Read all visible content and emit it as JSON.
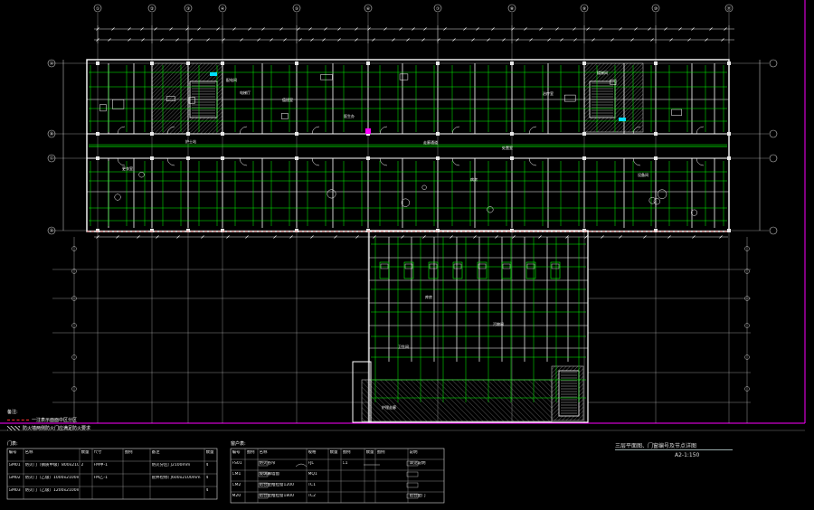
{
  "drawing": {
    "title": "三层平面图、门窗编号及节点详图",
    "scale": "A2-1:150",
    "background": "#000000",
    "colors": {
      "wall": "#ffffff",
      "furniture": "#00ff00",
      "axis": "#c8c8c8",
      "hatch": "#b0b0b0",
      "accent": "#ff00ff",
      "stair": "#00e0ff",
      "frame": "#ff00ff"
    },
    "axes_top": [
      "①",
      "②",
      "③",
      "④",
      "⑤",
      "⑥",
      "⑦",
      "⑧",
      "⑨",
      "⑩",
      "⑪"
    ],
    "axes_left": [
      "Ⓐ",
      "Ⓑ",
      "Ⓒ",
      "Ⓓ"
    ],
    "room_labels": [
      "配电间",
      "电梯厅",
      "值班室",
      "医生办",
      "护士站",
      "走廊通道",
      "病房",
      "治疗室",
      "处置室",
      "更衣室",
      "库房",
      "污物间",
      "楼梯间",
      "卫生间",
      "设备间",
      "护理走廊"
    ]
  },
  "legend": {
    "heading": "备注:",
    "items": [
      {
        "symbol": "dash",
        "text": "一注表示面面中区分区"
      },
      {
        "symbol": "hatch",
        "text": "防火墙两侧防火门应满足防火要求"
      }
    ]
  },
  "door_table": {
    "heading": "门表:",
    "columns": [
      "编号",
      "名称",
      "数量",
      "尺寸",
      "图例",
      "备注",
      "数量"
    ],
    "rows": [
      [
        "GM01",
        "防火门（钢质甲级）800x2100mm",
        "2",
        "FM甲-1",
        "",
        "防火分区门2100mm",
        "4"
      ],
      [
        "GM02",
        "防火门（乙级）1000x2100mm",
        "",
        "FM乙-1",
        "",
        "管井检修门600x2100mm",
        "4"
      ],
      [
        "GM03",
        "防火门（乙级）1200x2100mm",
        "",
        "",
        "",
        "",
        "4"
      ]
    ]
  },
  "window_table": {
    "heading": "窗户表:",
    "columns": [
      "编号",
      "图例",
      "名称",
      "规格",
      "数量",
      "图例",
      "数量",
      "图例",
      "说明"
    ],
    "rows": [
      [
        "FS01",
        "",
        "防火卷帘",
        "FJL",
        "",
        "C1",
        "",
        "",
        "详见说明"
      ],
      [
        "CM1",
        "",
        "玻璃幕墙窗",
        "MQ1",
        "",
        "",
        "",
        "",
        ""
      ],
      [
        "CM2",
        "",
        "铝合金推拉窗1200",
        "TC1",
        "",
        "",
        "",
        "",
        ""
      ],
      [
        "M20",
        "",
        "铝合金推拉窗1800",
        "TC2",
        "",
        "",
        "",
        "",
        "铝合金门"
      ]
    ]
  }
}
